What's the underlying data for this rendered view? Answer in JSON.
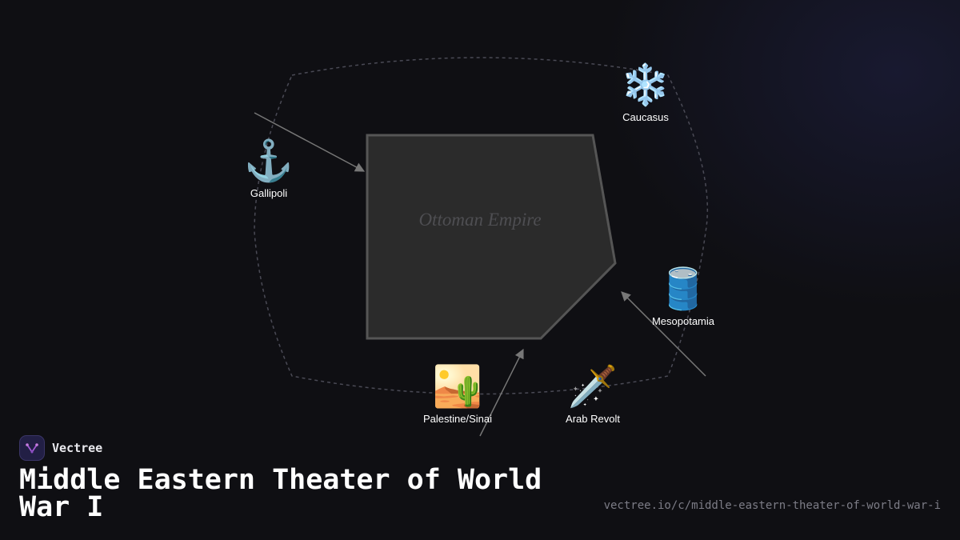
{
  "diagram": {
    "center_label": "Ottoman Empire",
    "fronts": [
      {
        "id": "gallipoli",
        "label": "Gallipoli",
        "icon": "anchor-icon",
        "glyph": "⚓"
      },
      {
        "id": "caucasus",
        "label": "Caucasus",
        "icon": "snowflake-icon",
        "glyph": "❄️"
      },
      {
        "id": "mesopotamia",
        "label": "Mesopotamia",
        "icon": "oil-barrel-icon",
        "glyph": "🛢️"
      },
      {
        "id": "palestine",
        "label": "Palestine/Sinai",
        "icon": "desert-icon",
        "glyph": "🏜️"
      },
      {
        "id": "arab-revolt",
        "label": "Arab Revolt",
        "icon": "dagger-icon",
        "glyph": "🗡️"
      }
    ]
  },
  "brand": {
    "name": "Vectree",
    "logo_icon": "vectree-logo-icon"
  },
  "page": {
    "title": "Middle Eastern Theater of World War I",
    "url": "vectree.io/c/middle-eastern-theater-of-world-war-i"
  },
  "colors": {
    "background": "#0f0f13",
    "region_fill": "#2b2b2b",
    "region_stroke": "#555555",
    "arrow": "#777777",
    "boundary": "#4a4a55",
    "accent": "#a35bd6"
  }
}
